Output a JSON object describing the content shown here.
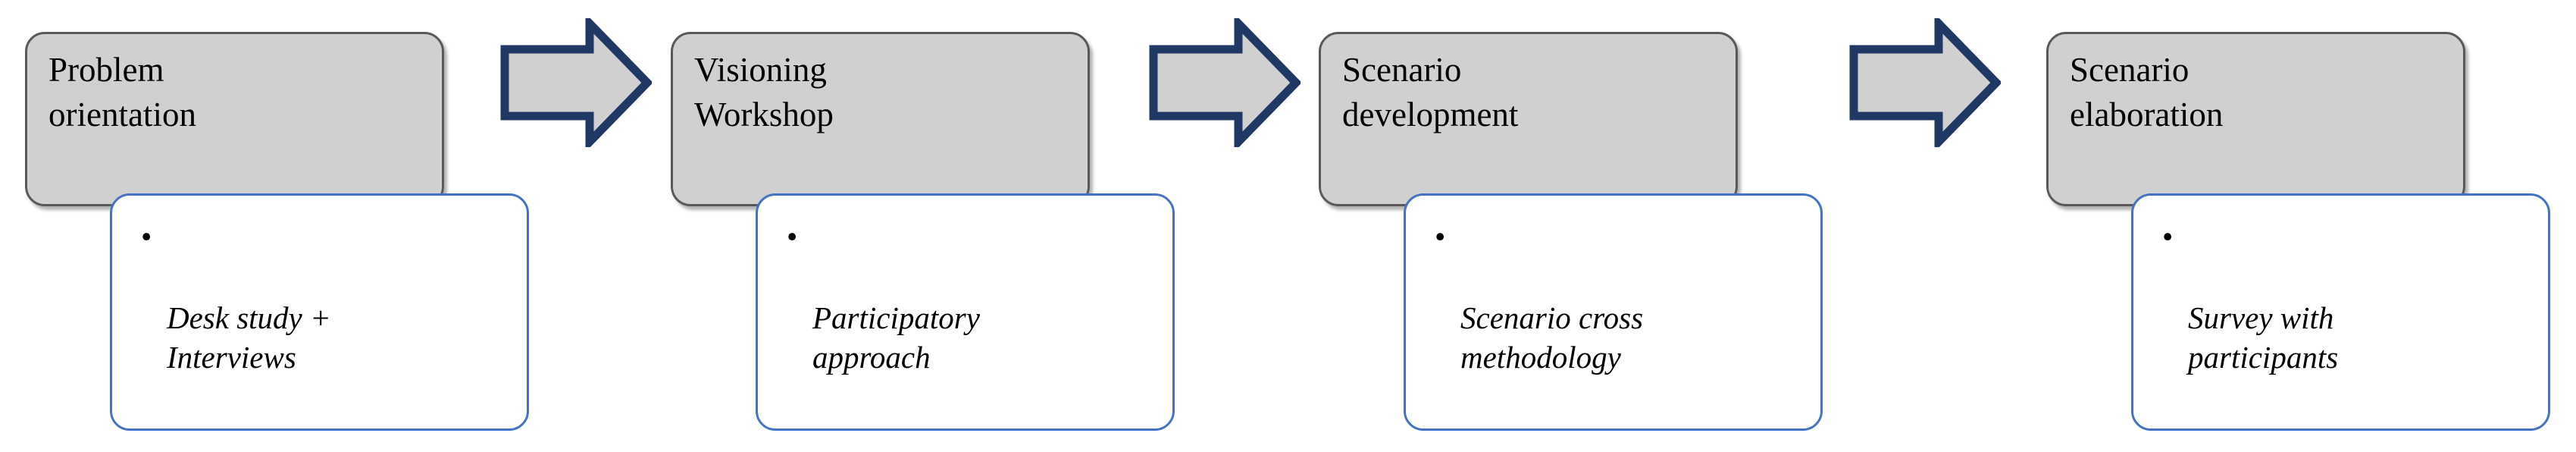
{
  "diagram": {
    "type": "process-flow",
    "orientation": "horizontal",
    "stage_count": 4,
    "arrow_count": 3,
    "colors": {
      "header_fill": "#d0d0d0",
      "header_border": "#595959",
      "bullet_card_fill": "#ffffff",
      "bullet_card_border": "#4472c4",
      "arrow_fill": "#d0d0d0",
      "arrow_border": "#1f3864",
      "text": "#000000",
      "background": "#ffffff"
    },
    "stages": [
      {
        "id": "problem-orientation",
        "title": "Problem\norientation",
        "bullets": [
          "Desk study +\nInterviews"
        ]
      },
      {
        "id": "visioning-workshop",
        "title": "Visioning\nWorkshop",
        "bullets": [
          "Participatory\napproach"
        ]
      },
      {
        "id": "scenario-development",
        "title": "Scenario\ndevelopment",
        "bullets": [
          "Scenario cross\nmethodology"
        ]
      },
      {
        "id": "scenario-elaboration",
        "title": "Scenario\nelaboration",
        "bullets": [
          "Survey with\nparticipants"
        ]
      }
    ],
    "arrows": [
      {
        "id": "arrow-1",
        "icon": "right-block-arrow-icon",
        "from": "problem-orientation",
        "to": "visioning-workshop"
      },
      {
        "id": "arrow-2",
        "icon": "right-block-arrow-icon",
        "from": "visioning-workshop",
        "to": "scenario-development"
      },
      {
        "id": "arrow-3",
        "icon": "right-block-arrow-icon",
        "from": "scenario-development",
        "to": "scenario-elaboration"
      }
    ],
    "bullet_marker": "•"
  }
}
